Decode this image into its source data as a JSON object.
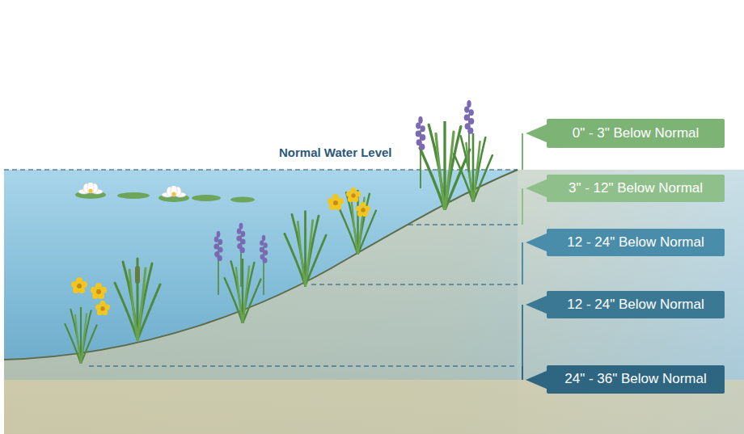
{
  "diagram": {
    "nodes": [
      {
        "text": [
          "0\" - 3\" Below Normal"
        ]
      },
      {
        "text": [
          "3\" - 12\" Below Normal"
        ]
      },
      {
        "text": [
          "12 - 24\" Below Normal"
        ]
      },
      {
        "text": [
          "12 - 24\" Below Normal"
        ]
      },
      {
        "text": [
          "24\" - 36\" Below Normal"
        ]
      }
    ],
    "labels": [
      "Normal Water Level"
    ]
  }
}
